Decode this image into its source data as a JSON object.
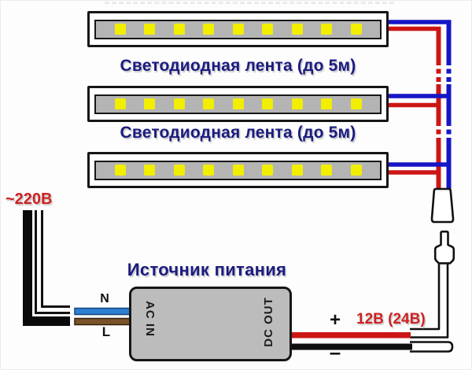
{
  "app": {
    "type": "led-strip-wiring-diagram",
    "language": "ru"
  },
  "colors": {
    "wire_red": "#cc1616",
    "wire_blue": "#1616c6",
    "neutral_blue": "#2e7fd2",
    "phase_brown": "#7a5228",
    "dc_black": "#0f0f0f",
    "mains_black": "#0a0a0a",
    "label_navy": "#1b1b80",
    "label_red": "#cc2222",
    "led_yellow": "#f2ee00",
    "strip_gray": "#b4b4b4",
    "psu_gray": "#bcbcbc"
  },
  "strips": {
    "count": 3,
    "leds_per_strip": 9,
    "labels": [
      "Светодиодная лента (до 5м)",
      "Светодиодная лента (до 5м)"
    ]
  },
  "power_supply": {
    "title": "Источник питания",
    "ac_in": "AC IN",
    "dc_out": "DC OUT"
  },
  "mains": {
    "voltage": "~220В",
    "neutral": "N",
    "line": "L"
  },
  "dc_output": {
    "plus": "+",
    "minus": "–",
    "voltage": "12В (24В)"
  }
}
